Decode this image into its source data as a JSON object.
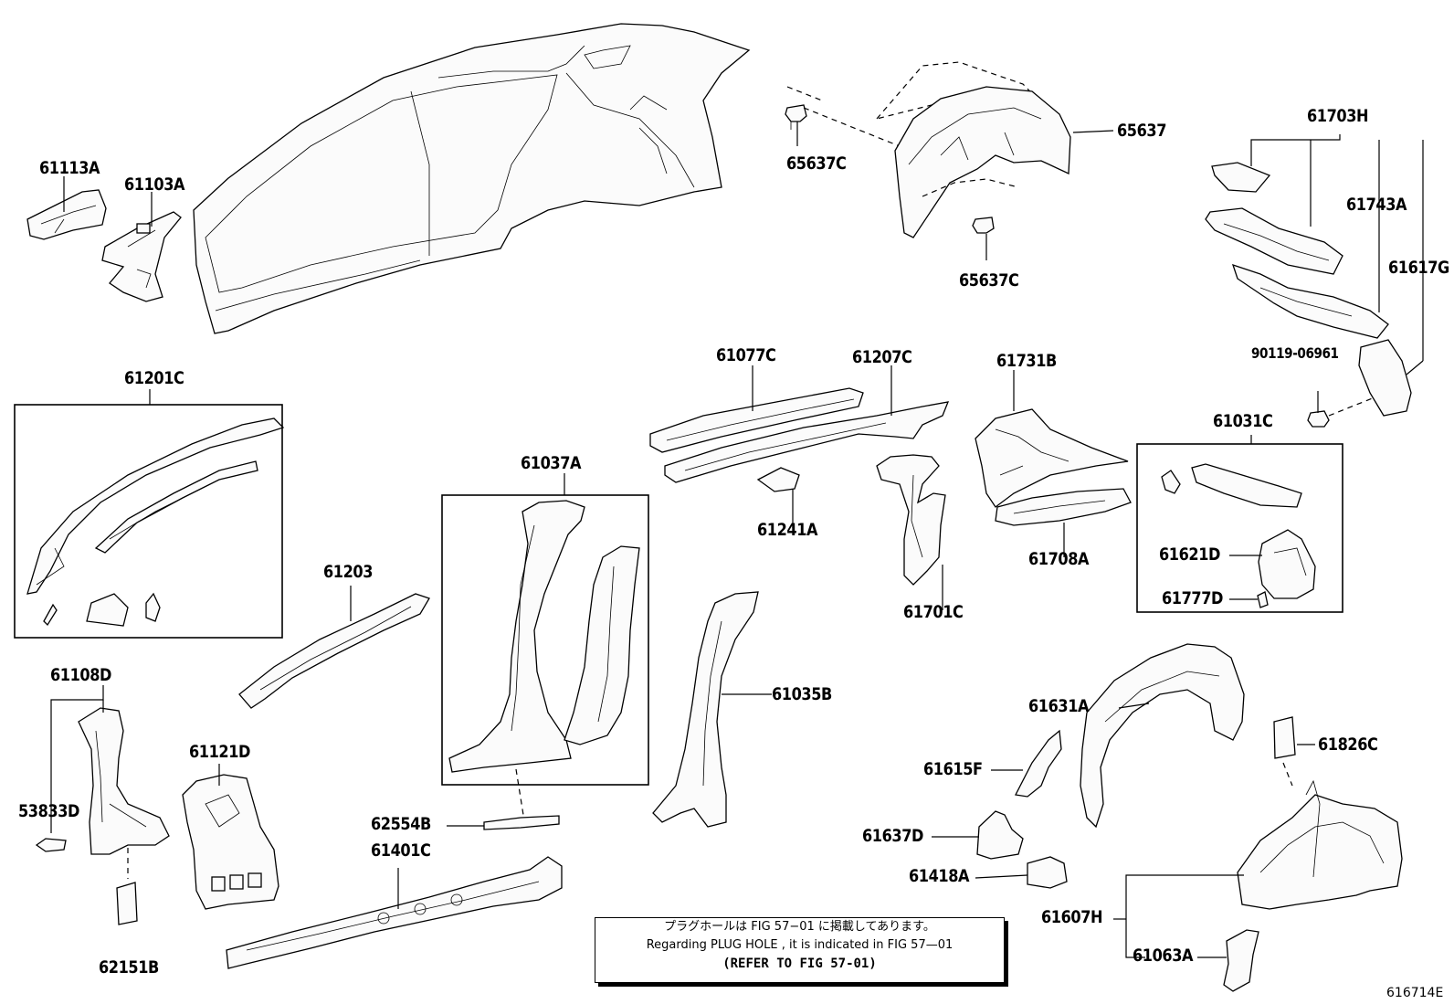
{
  "labels": {
    "p61113A": "61113A",
    "p61103A": "61103A",
    "p65637C_1": "65637C",
    "p65637": "65637",
    "p65637C_2": "65637C",
    "p61703H": "61703H",
    "p61743A": "61743A",
    "p61617G": "61617G",
    "p90119": "90119-06961",
    "p61201C": "61201C",
    "p61077C": "61077C",
    "p61207C": "61207C",
    "p61731B": "61731B",
    "p61031C": "61031C",
    "p61037A": "61037A",
    "p61241A": "61241A",
    "p61708A": "61708A",
    "p61621D": "61621D",
    "p61777D": "61777D",
    "p61203": "61203",
    "p61701C": "61701C",
    "p61108D": "61108D",
    "p61035B": "61035B",
    "p61631A": "61631A",
    "p61826C": "61826C",
    "p61121D": "61121D",
    "p61615F": "61615F",
    "p53833D": "53833D",
    "p62554B": "62554B",
    "p61401C": "61401C",
    "p61637D": "61637D",
    "p61418A": "61418A",
    "p61607H": "61607H",
    "p62151B": "62151B",
    "p61063A": "61063A"
  },
  "note": {
    "line1": "プラグホールは FIG 57−01 に掲載してあります。",
    "line2": "Regarding  PLUG  HOLE , it is indicated in  FIG  57—01",
    "line3": "(REFER TO FIG 57-01)"
  },
  "illustration_code": "616714E"
}
